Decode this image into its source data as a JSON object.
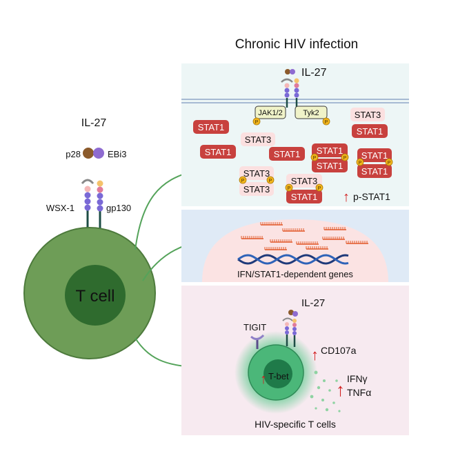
{
  "title": "Chronic HIV infection",
  "left": {
    "cytokine_label": "IL-27",
    "subunit_1": "p28",
    "subunit_2": "EBi3",
    "receptor_1": "WSX-1",
    "receptor_2": "gp130",
    "cell_label": "T cell"
  },
  "panel_signaling": {
    "ligand_label": "IL-27",
    "kinase_1": "JAK1/2",
    "kinase_2": "Tyk2",
    "phospho_mark": "P",
    "stat1": "STAT1",
    "stat3": "STAT3",
    "pstat1_label": "p-STAT1"
  },
  "panel_genes": {
    "caption": "IFN/STAT1-dependent genes"
  },
  "panel_tcells": {
    "ligand_label": "IL-27",
    "tigit_label": "TIGIT",
    "cd107a_label": "CD107a",
    "tbet_label": "T-bet",
    "ifng_label": "IFNγ",
    "tnfa_label": "TNFα",
    "caption": "HIV-specific T cells"
  },
  "colors": {
    "stat1": "#c8413e",
    "stat3_bg": "#fbe0e0",
    "phospho": "#f2b51c",
    "panel_signaling_bg": "#edf6f6",
    "panel_genes_bg": "#dfeaf6",
    "panel_tcells_bg": "#f7eaf0",
    "cell_outer": "#6e9d57",
    "cell_inner": "#2f6b2e",
    "arrow": "#54a35a",
    "up_arrow": "#d11f1f"
  }
}
